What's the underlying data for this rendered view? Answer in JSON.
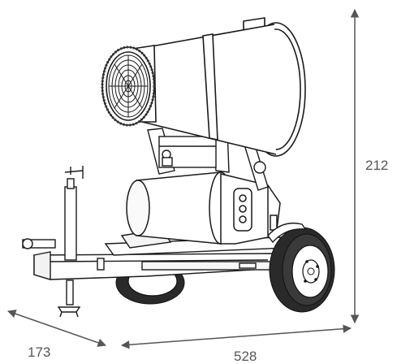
{
  "figure": {
    "subject": "trailer-mounted-mist-cannon",
    "colors": {
      "line": "#1a1a1a",
      "dimension": "#555555",
      "background": "#ffffff",
      "tire": "#2a2a2a"
    }
  },
  "dimensions": {
    "height": "212",
    "depth": "173",
    "width": "528"
  }
}
